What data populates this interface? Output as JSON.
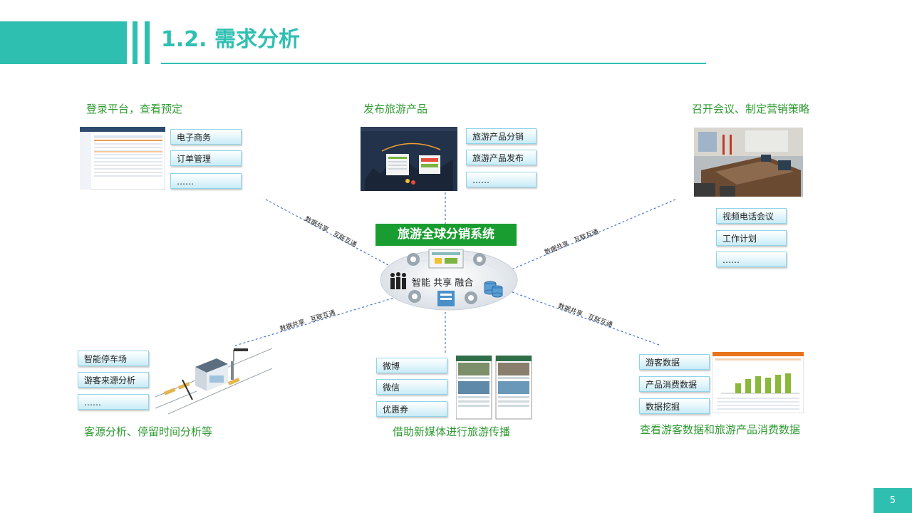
{
  "header": {
    "title": "1.2. 需求分析"
  },
  "center": {
    "system_title": "旅游全球分销系统",
    "hub_text": "智能 共享 融合"
  },
  "link_labels": {
    "share": "数据共享",
    "interconnect": "互联互通"
  },
  "nodes": {
    "top_left": {
      "caption": "登录平台，查看预定",
      "items": [
        "电子商务",
        "订单管理",
        "……"
      ]
    },
    "top_center": {
      "caption": "发布旅游产品",
      "items": [
        "旅游产品分销",
        "旅游产品发布",
        "……"
      ]
    },
    "top_right": {
      "caption": "召开会议、制定营销策略",
      "items": [
        "视频电话会议",
        "工作计划",
        "……"
      ]
    },
    "bottom_left": {
      "caption": "客源分析、停留时间分析等",
      "items": [
        "智能停车场",
        "游客来源分析",
        "……"
      ]
    },
    "bottom_center": {
      "caption": "借助新媒体进行旅游传播",
      "items": [
        "微博",
        "微信",
        "优惠券"
      ]
    },
    "bottom_right": {
      "caption": "查看游客数据和旅游产品消费数据",
      "items": [
        "游客数据",
        "产品消费数据",
        "数据挖掘"
      ]
    }
  },
  "colors": {
    "accent": "#2fbfb1",
    "caption": "#2e9a31",
    "system": "#1a9d30"
  },
  "page_number": "5"
}
